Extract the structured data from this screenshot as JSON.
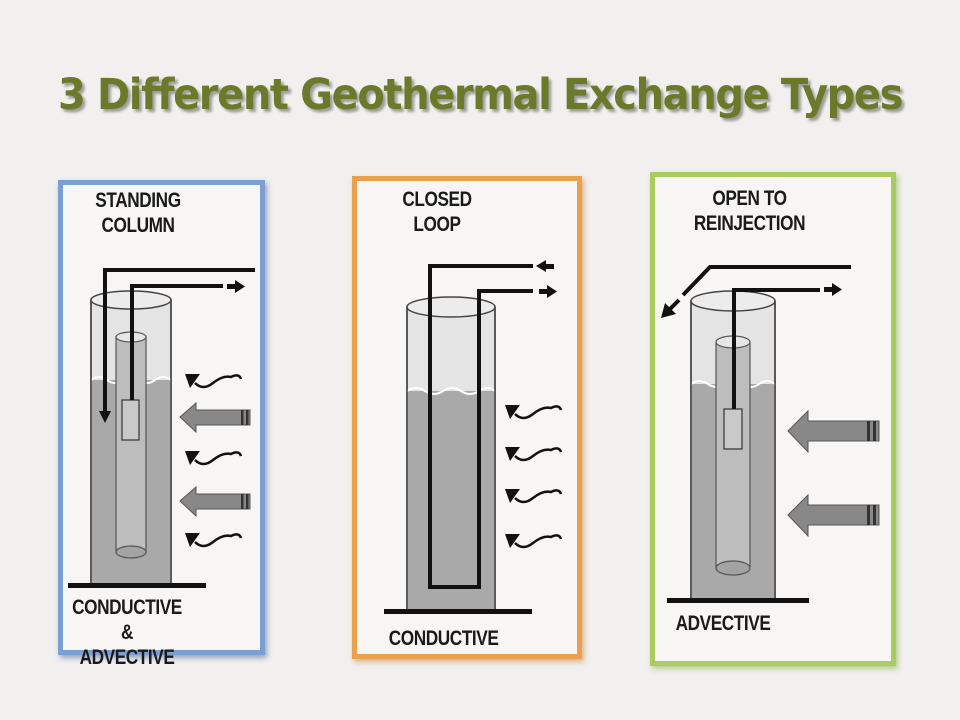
{
  "title": "3 Different Geothermal Exchange Types",
  "colors": {
    "title": "#6b7a2a",
    "panel_standing_column_border": "#7c9fd2",
    "panel_closed_loop_border": "#e9a14e",
    "panel_open_reinjection_border": "#a9cc62",
    "water": "#a9a9a9",
    "background": "#f1f0ee"
  },
  "panels": [
    {
      "heading_line1": "STANDING",
      "heading_line2": "COLUMN",
      "footer_line1": "CONDUCTIVE &",
      "footer_line2": "ADVECTIVE",
      "icons": [
        "pipe-down-arrow-icon",
        "pipe-out-arrow-icon",
        "wavy-heat-arrow-icon",
        "flow-arrow-icon"
      ]
    },
    {
      "heading_line1": "CLOSED",
      "heading_line2": "LOOP",
      "footer_line1": "CONDUCTIVE",
      "icons": [
        "pipe-in-arrow-icon",
        "pipe-out-arrow-icon",
        "wavy-heat-arrow-icon"
      ]
    },
    {
      "heading_line1": "OPEN TO",
      "heading_line2": "REINJECTION",
      "footer_line1": "ADVECTIVE",
      "icons": [
        "reinjection-arrow-icon",
        "pipe-out-arrow-icon",
        "flow-arrow-icon"
      ]
    }
  ]
}
